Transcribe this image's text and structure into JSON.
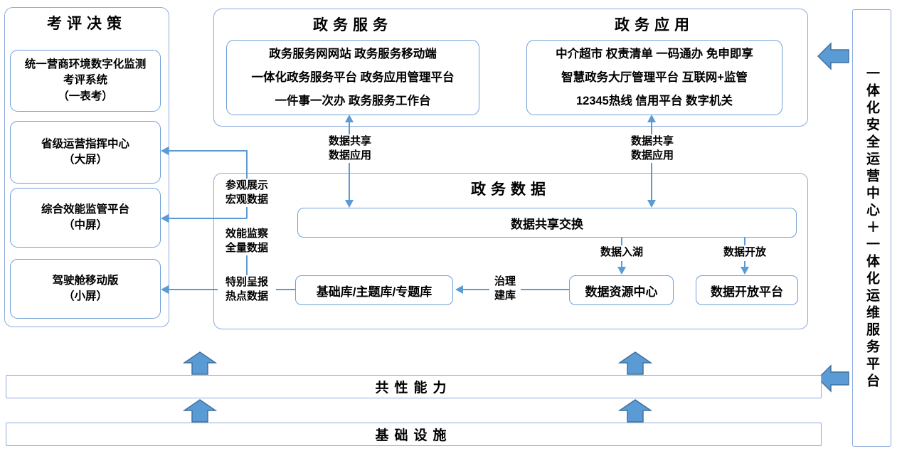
{
  "colors": {
    "outer_border": "#8FAADC",
    "inner_border": "#6FA0D8",
    "thin_arrow": "#5B9BD5",
    "block_arrow_fill": "#5B9BD5",
    "block_arrow_border": "#41719C",
    "text": "#000000"
  },
  "evaluation": {
    "title": "考评决策",
    "boxes": [
      {
        "lines": [
          "统一营商环境数字化监测",
          "考评系统",
          "（一表考）"
        ]
      },
      {
        "lines": [
          "省级运营指挥中心",
          "（大屏）"
        ]
      },
      {
        "lines": [
          "综合效能监管平台",
          "（中屏）"
        ]
      },
      {
        "lines": [
          "驾驶舱移动版",
          "（小屏）"
        ]
      }
    ]
  },
  "services": {
    "title": "政务服务",
    "lines": [
      "政务服务网网站 政务服务移动端",
      "一体化政务服务平台 政务应用管理平台",
      "一件事一次办 政务服务工作台"
    ]
  },
  "applications": {
    "title": "政务应用",
    "lines": [
      "中介超市 权责清单 一码通办 免申即享",
      "智慧政务大厅管理平台 互联网+监管",
      "12345热线 信用平台 数字机关"
    ]
  },
  "flow_labels": {
    "share_apply_left": {
      "lines": [
        "数据共享",
        "数据应用"
      ]
    },
    "share_apply_right": {
      "lines": [
        "数据共享",
        "数据应用"
      ]
    }
  },
  "data_section": {
    "title": "政务数据",
    "exchange_bar": "数据共享交换",
    "base_db": "基础库/主题库/专题库",
    "resource_center": "数据资源中心",
    "open_platform": "数据开放平台",
    "label_data_lake": "数据入湖",
    "label_data_open": "数据开放",
    "label_governance": {
      "lines": [
        "治理",
        "建库"
      ]
    },
    "left_labels": [
      {
        "lines": [
          "参观展示",
          "宏观数据"
        ]
      },
      {
        "lines": [
          "效能监察",
          "全量数据"
        ]
      },
      {
        "lines": [
          "特别呈报",
          "热点数据"
        ]
      }
    ]
  },
  "bottom": {
    "common_capability": "共性能力",
    "infrastructure": "基础设施"
  },
  "right_bar": {
    "text": "一体化安全运营中心＋一体化运维服务平台"
  }
}
